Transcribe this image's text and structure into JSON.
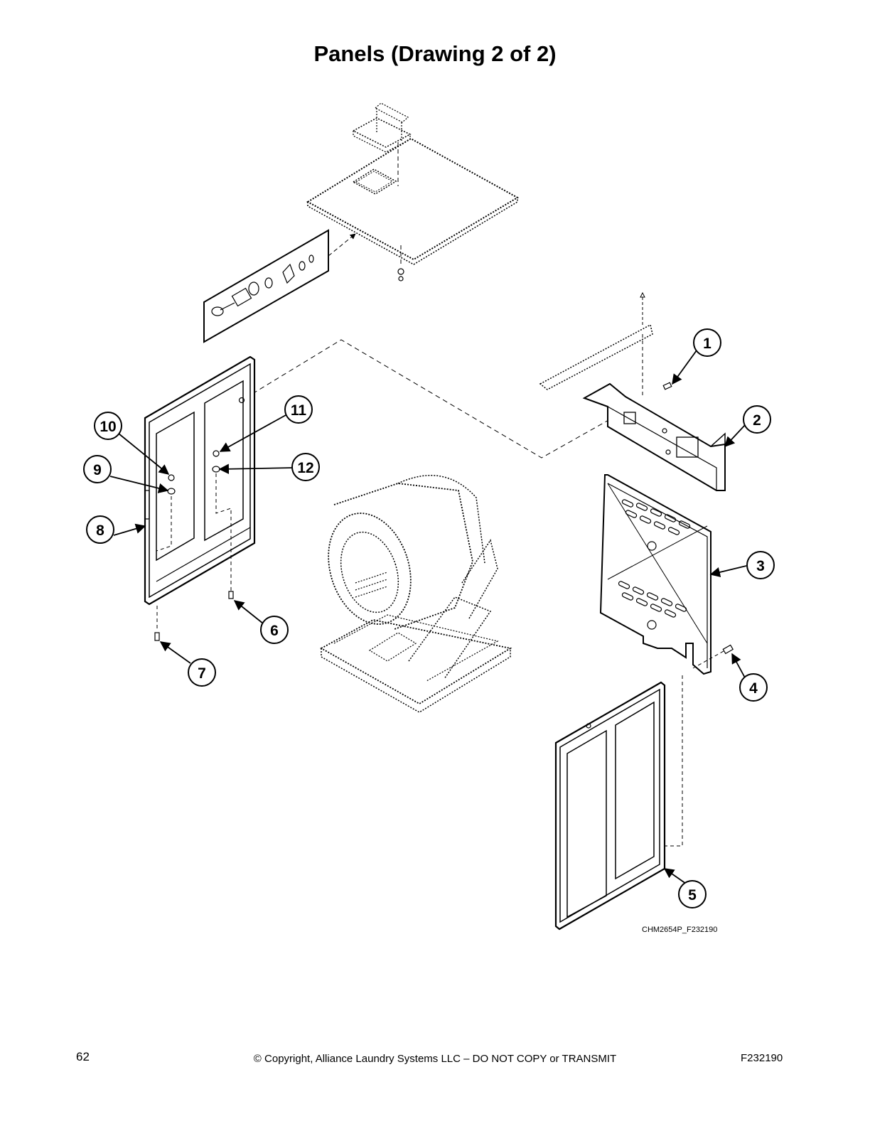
{
  "page": {
    "title": "Panels (Drawing 2 of 2)",
    "drawing_code": "CHM2654P_F232190",
    "footer": {
      "page_number": "62",
      "copyright": "© Copyright, Alliance Laundry Systems LLC – DO NOT COPY or TRANSMIT",
      "document_code": "F232190"
    }
  },
  "callouts": [
    "1",
    "2",
    "3",
    "4",
    "5",
    "6",
    "7",
    "8",
    "9",
    "10",
    "11",
    "12"
  ]
}
